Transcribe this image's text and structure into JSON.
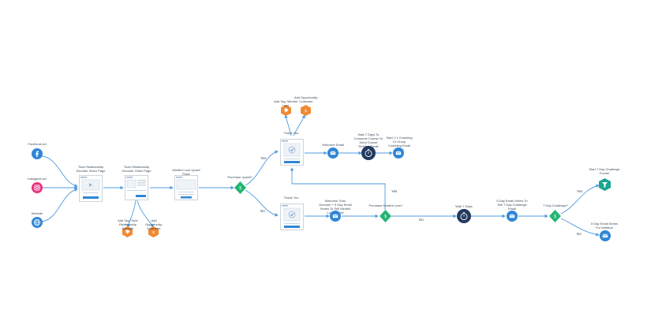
{
  "colors": {
    "line": "#4f9be0",
    "blue_node": "#2f86d6",
    "navy_node": "#233a5e",
    "green_node": "#22b573",
    "orange_tag": "#f08a34",
    "teal_node": "#1aa58e",
    "page_border": "#c9d3dd"
  },
  "sources": [
    {
      "label": "Facebook Ad",
      "icon": "facebook-ads-icon"
    },
    {
      "label": "Instagram Ad",
      "icon": "instagram-ads-icon"
    },
    {
      "label": "Website",
      "icon": "globe-icon"
    }
  ],
  "pages": {
    "sales_video": "Toxic Relationship Decoder Video Page",
    "order_form": "Toxic Relationship Decoder Order Page",
    "upsell": "Mindful Love Upsell Page",
    "thank_you_top": "Thank You",
    "thank_you_bottom": "Thank You"
  },
  "tags": {
    "order_tag_1": "Add Tag: Toxic Relationship Decoder",
    "order_tag_2": "Add Opportunity: Customer",
    "upsell_tag_1": "Add Tag: Mindful Love",
    "upsell_tag_2": "Add Opportunity: Customer"
  },
  "decisions": {
    "purchase_upsell": "Purchase Upsell?",
    "purchase_mindful_love": "Purchase Mindful Love?",
    "challenge": "7 Day Challenge?"
  },
  "branch_labels": {
    "yes": "Yes",
    "no": "No"
  },
  "emails": {
    "welcome": "Welcome Email",
    "coaching": "Start 1:1 Coaching Or Group Coaching Email Series",
    "welcome_decoder": "Welcome Toxic Decoder + 5 Day Email Series To Sell Mindful Love Upsell",
    "challenge_series": "5 Day Email Series To Sell 7 Day Challenge Email",
    "webinar": "5 Day Email Series For Webinar"
  },
  "waits": {
    "wait_7_course": "Wait 7 Days To Consume Course Or Send Course Related Email",
    "wait_7": "Wait 7 Days"
  },
  "endpoints": {
    "challenge_funnel": "Start 7 Day Challenge Funnel"
  }
}
